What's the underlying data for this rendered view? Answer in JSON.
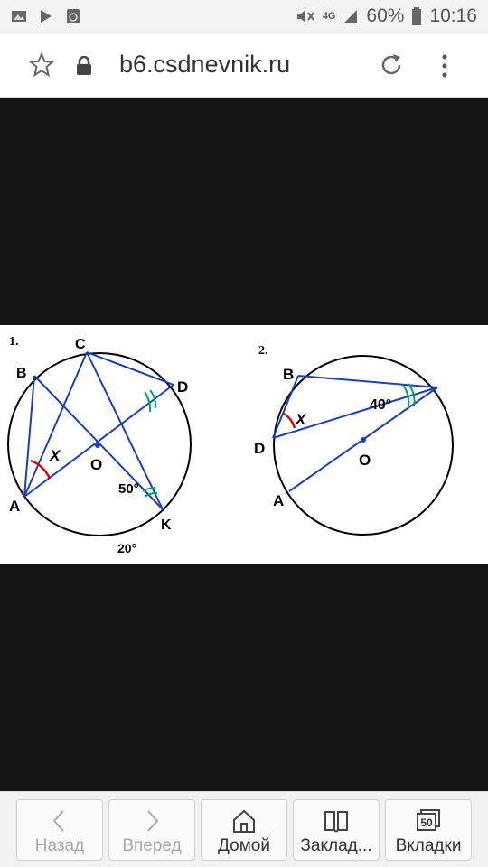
{
  "status_bar": {
    "network": "4G",
    "battery": "60%",
    "time": "10:16"
  },
  "address_bar": {
    "url": "b6.csdnevnik.ru"
  },
  "figure": {
    "problem1": {
      "number": "1.",
      "labels": {
        "C": "C",
        "B": "B",
        "D": "D",
        "A": "A",
        "K": "K",
        "O": "O",
        "X": "X"
      },
      "angle_50": "50°",
      "angle_20": "20°"
    },
    "problem2": {
      "number": "2.",
      "labels": {
        "B": "B",
        "D": "D",
        "A": "A",
        "O": "O",
        "X": "X"
      },
      "angle_40": "40°"
    }
  },
  "bottom_nav": {
    "back": "Назад",
    "forward": "Вперед",
    "home": "Домой",
    "bookmarks": "Заклад...",
    "tabs": "Вкладки",
    "tabs_count": "50"
  }
}
